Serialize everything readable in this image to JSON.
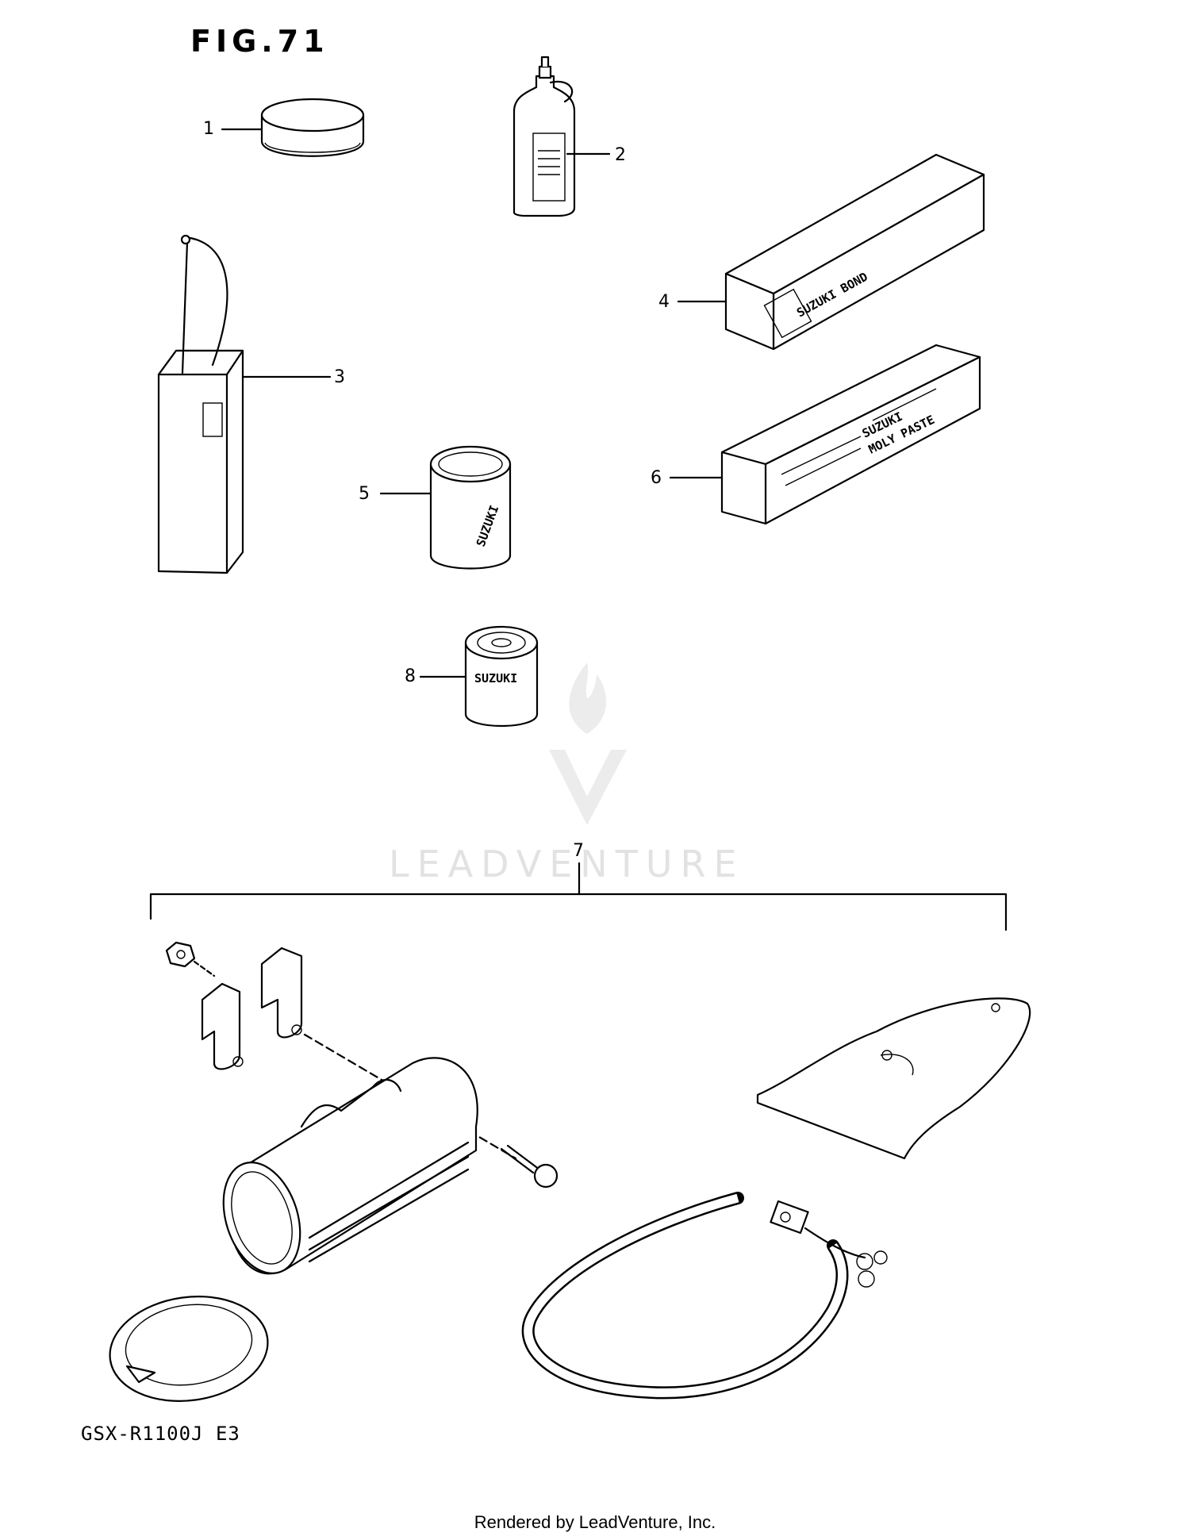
{
  "figure": {
    "title": "FIG.71"
  },
  "callouts": [
    {
      "number": "1"
    },
    {
      "number": "2"
    },
    {
      "number": "3"
    },
    {
      "number": "4"
    },
    {
      "number": "5"
    },
    {
      "number": "6"
    },
    {
      "number": "7"
    },
    {
      "number": "8"
    }
  ],
  "labels": {
    "bond_box": "SUZUKI BOND",
    "paste_box_brand": "SUZUKI",
    "paste_box_product": "MOLY PASTE",
    "can_5": "SUZUKI",
    "can_8": "SUZUKI"
  },
  "watermark": {
    "text": "LEADVENTURE"
  },
  "model_code": "GSX-R1100J E3",
  "footer": "Rendered by LeadVenture, Inc.",
  "colors": {
    "ink": "#000000",
    "watermark": "#e2e2e2",
    "background": "#ffffff"
  }
}
